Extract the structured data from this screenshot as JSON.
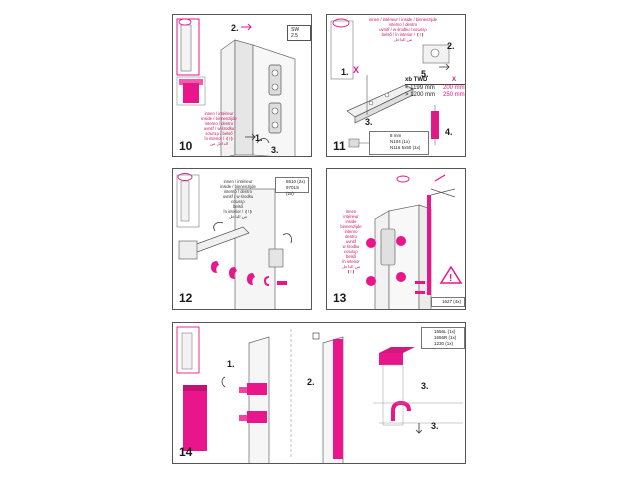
{
  "colors": {
    "accent": "#e8168a",
    "line": "#555555",
    "panel_border": "#555555"
  },
  "panels": {
    "p10": {
      "number": "10",
      "tool": "SW 2.5",
      "callouts": [
        "1.",
        "2.",
        "3."
      ],
      "note": "innen / intérieur\ninside / binnenzijde\ninterno / dentro\nuvnitř / w środku\nεσωτερ / belső\nîn interior / ❪!❫\nالداخل من"
    },
    "p11": {
      "number": "11",
      "note": "innen / intérieur / inside / binnenzijde\ninterno / dentro\nuvnitř / w środku / εσωτερ\nbelső / în interior / ❪!❫\nمن الداخل",
      "callouts": [
        "1.",
        "2.",
        "3.",
        "4.",
        "5."
      ],
      "cross": "X",
      "table": {
        "col1_header": "xb TWD",
        "col2_header": "X",
        "rows": [
          {
            "range": "< 1199 mm",
            "value": "200 mm"
          },
          {
            "range": "> 1200 mm",
            "value": "250 mm"
          }
        ]
      },
      "legend": [
        "8 mm",
        "N104 (1x)",
        "N116 5x50 (1x)"
      ]
    },
    "p12": {
      "number": "12",
      "note": "innen / intérieur\ninside / binnenzijde\ninterno / dentro\nuvnitř / w środku\nεσωτερ\nbelső\nîn interior / ❪!❫\nمن الداخل",
      "legend": [
        "6510 (2x)",
        "9701S (2x)"
      ]
    },
    "p13": {
      "number": "13",
      "note": "innen\nintérieur\ninside\nbinnenzijde\ninterno\ndentro\nuvnitř\nw środku\nεσωτερ\nbelső\nîn interior\nمن الداخل\n❪!❫",
      "legend": [
        "1627 (4x)"
      ]
    },
    "p14": {
      "number": "14",
      "callouts": [
        "1.",
        "2.",
        "3.",
        "3."
      ],
      "legend": [
        "1656L (1x)",
        "1656R (1x)",
        "1230 (1x)"
      ]
    }
  }
}
